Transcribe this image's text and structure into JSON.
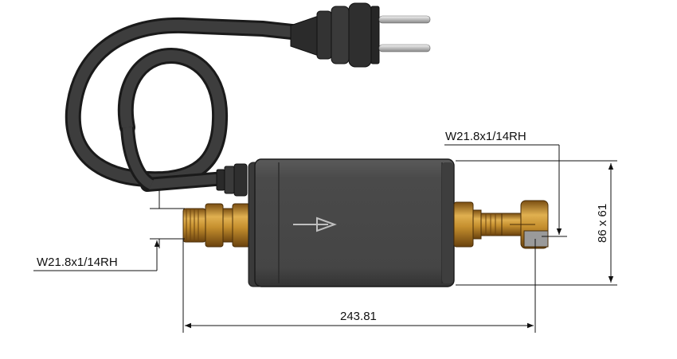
{
  "labels": {
    "thread_right": "W21.8x1/14RH",
    "thread_left": "W21.8x1/14RH",
    "height_dim": "86 x 61",
    "length_dim": "243.81"
  },
  "colors": {
    "cable": "#3a3a3a",
    "body": "#4c4c4c",
    "brass": "#c08a2a",
    "pin": "#cfcfcf"
  },
  "icons": {
    "flow_direction": "arrow-right-icon"
  }
}
